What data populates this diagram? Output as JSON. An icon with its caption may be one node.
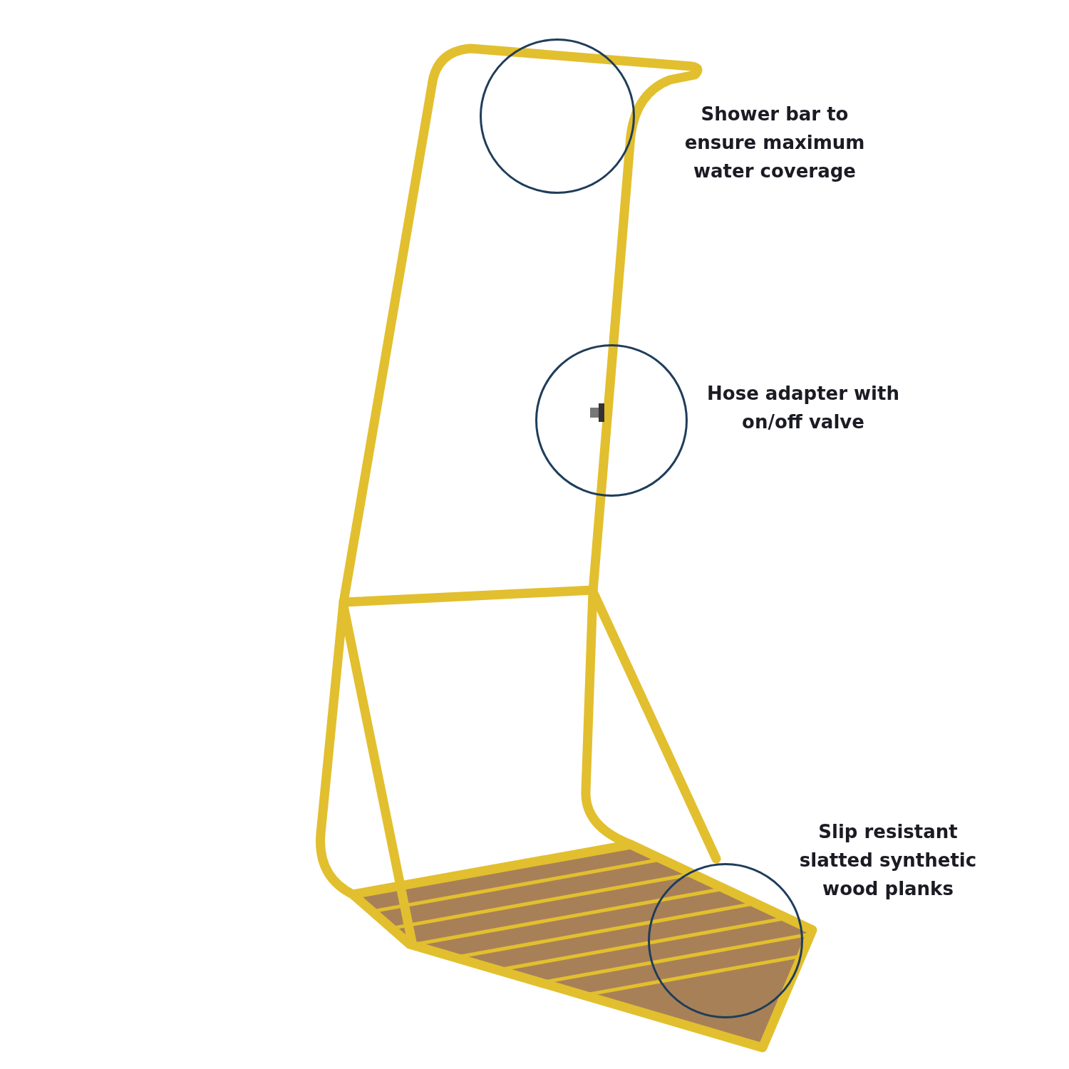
{
  "diagram": {
    "nodes": [
      {
        "text": [],
        "shape": "circle",
        "beside": [
          "Shower bar to ensure maximum water coverage"
        ]
      },
      {
        "text": [],
        "shape": "circle",
        "beside": [
          "Hose adapter with on/off valve"
        ]
      },
      {
        "text": [],
        "shape": "circle",
        "beside": [
          "Slip resistant slatted synthetic wood planks"
        ]
      }
    ]
  }
}
